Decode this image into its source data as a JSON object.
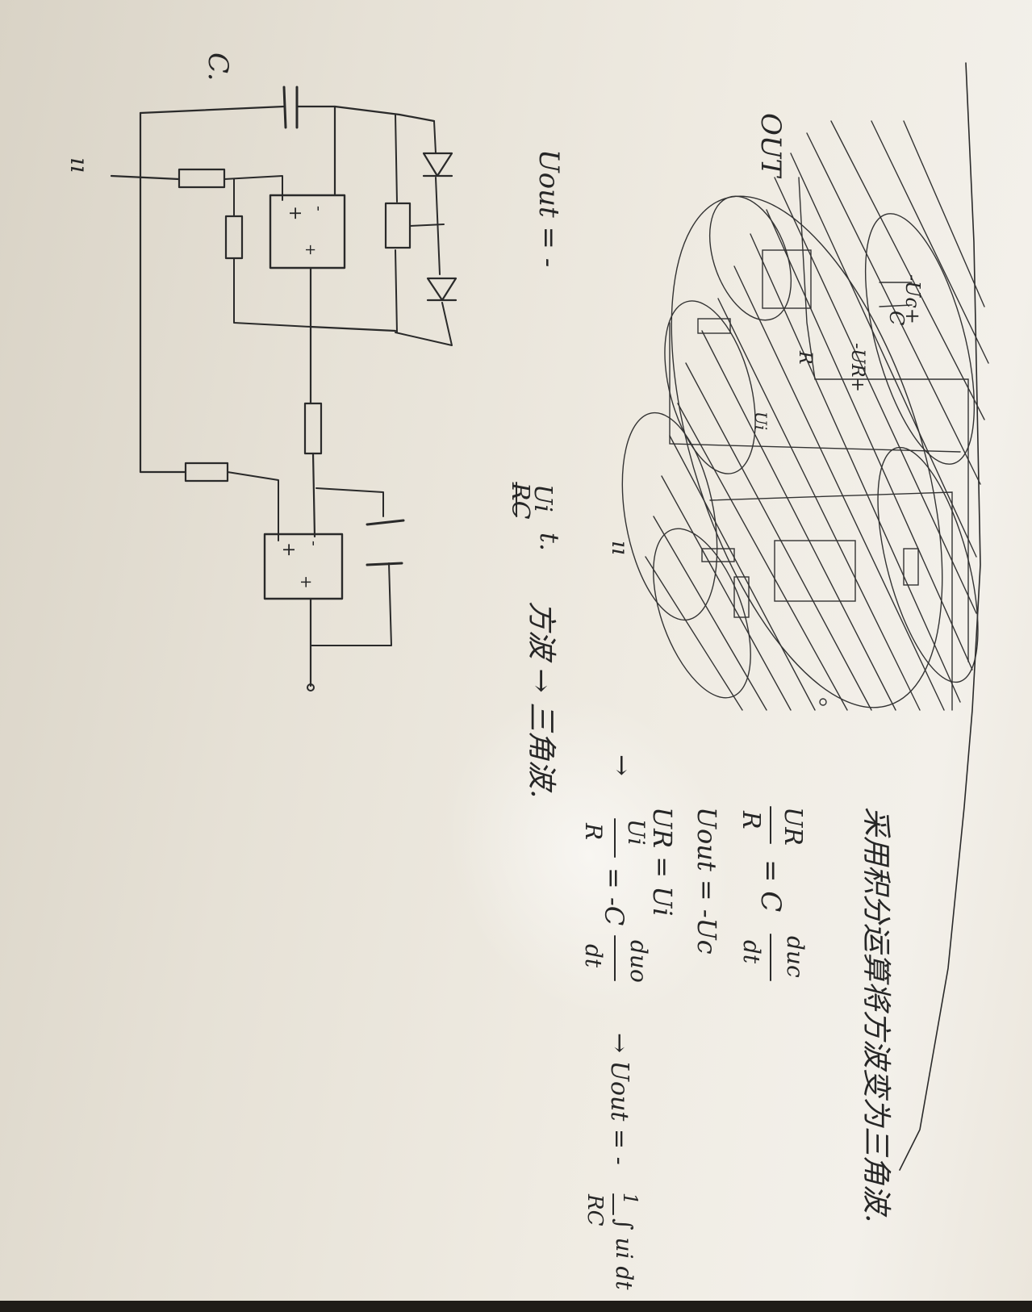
{
  "top_circuit_labels": {
    "capacitor_label": "C.",
    "input_mark": "ıı",
    "opamp1_minus": "-",
    "opamp1_plus": "+",
    "opamp1_plus2": "+",
    "opamp2_minus": "-",
    "opamp2_plus": "+",
    "opamp2_plus2": "+"
  },
  "top_formula": {
    "left": "Uout = -",
    "numerator": "Ui",
    "denominator": "RC",
    "t_term": "t.",
    "chain": "方波 → 三角波."
  },
  "scribbled_circuit_labels": {
    "out_label": "OUT",
    "uc_label": "-Uc+",
    "c_label": "C",
    "ur_label": "-UR+",
    "r_label": "R",
    "ui_label": "Ui",
    "ground_mark": "ıı"
  },
  "bottom_notes": {
    "heading": "采用积分运算将方波变为三角波.",
    "eq1_num": "UR",
    "eq1_den": "R",
    "eq1_rhs": "= C",
    "eq1_frac_num": "duc",
    "eq1_frac_den": "dt",
    "eq2": "Uout = -Uc",
    "eq3": "UR = Ui",
    "eq4_arrow": "→",
    "eq4_num": "Ui",
    "eq4_den": "R",
    "eq4_rhs": "= -C",
    "eq4_frac_num": "duo",
    "eq4_frac_den": "dt",
    "eq4_result": "→ Uout = -",
    "eq4_coef_num": "1",
    "eq4_coef_den": "RC",
    "eq4_integral": "∫ ui dt"
  },
  "colors": {
    "ink": "#2a2a2a",
    "paper": "#efebe2"
  }
}
